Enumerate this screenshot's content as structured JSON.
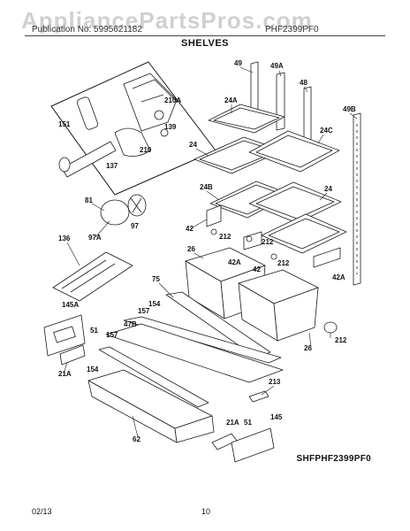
{
  "watermark": "AppliancePartsPros.com",
  "header": {
    "left": "Publication No: 5995621182",
    "right": "PHF2399PF0",
    "section_title": "SHELVES"
  },
  "model_code": "SHFPHF2399PF0",
  "footer": {
    "date": "02/13",
    "page": "10"
  },
  "callouts": [
    "49",
    "49A",
    "24A",
    "48",
    "49B",
    "24C",
    "24",
    "24",
    "24B",
    "210A",
    "151",
    "139",
    "210",
    "137",
    "81",
    "97A",
    "97",
    "42",
    "212",
    "212",
    "42A",
    "42",
    "212",
    "42A",
    "136",
    "26",
    "75",
    "154",
    "157",
    "145A",
    "51",
    "157",
    "47B",
    "21A",
    "154",
    "212",
    "26",
    "213",
    "62",
    "21A",
    "51",
    "145"
  ],
  "colors": {
    "line": "#1a1a1a",
    "fill": "#ffffff",
    "shade": "#d9d9d9"
  }
}
